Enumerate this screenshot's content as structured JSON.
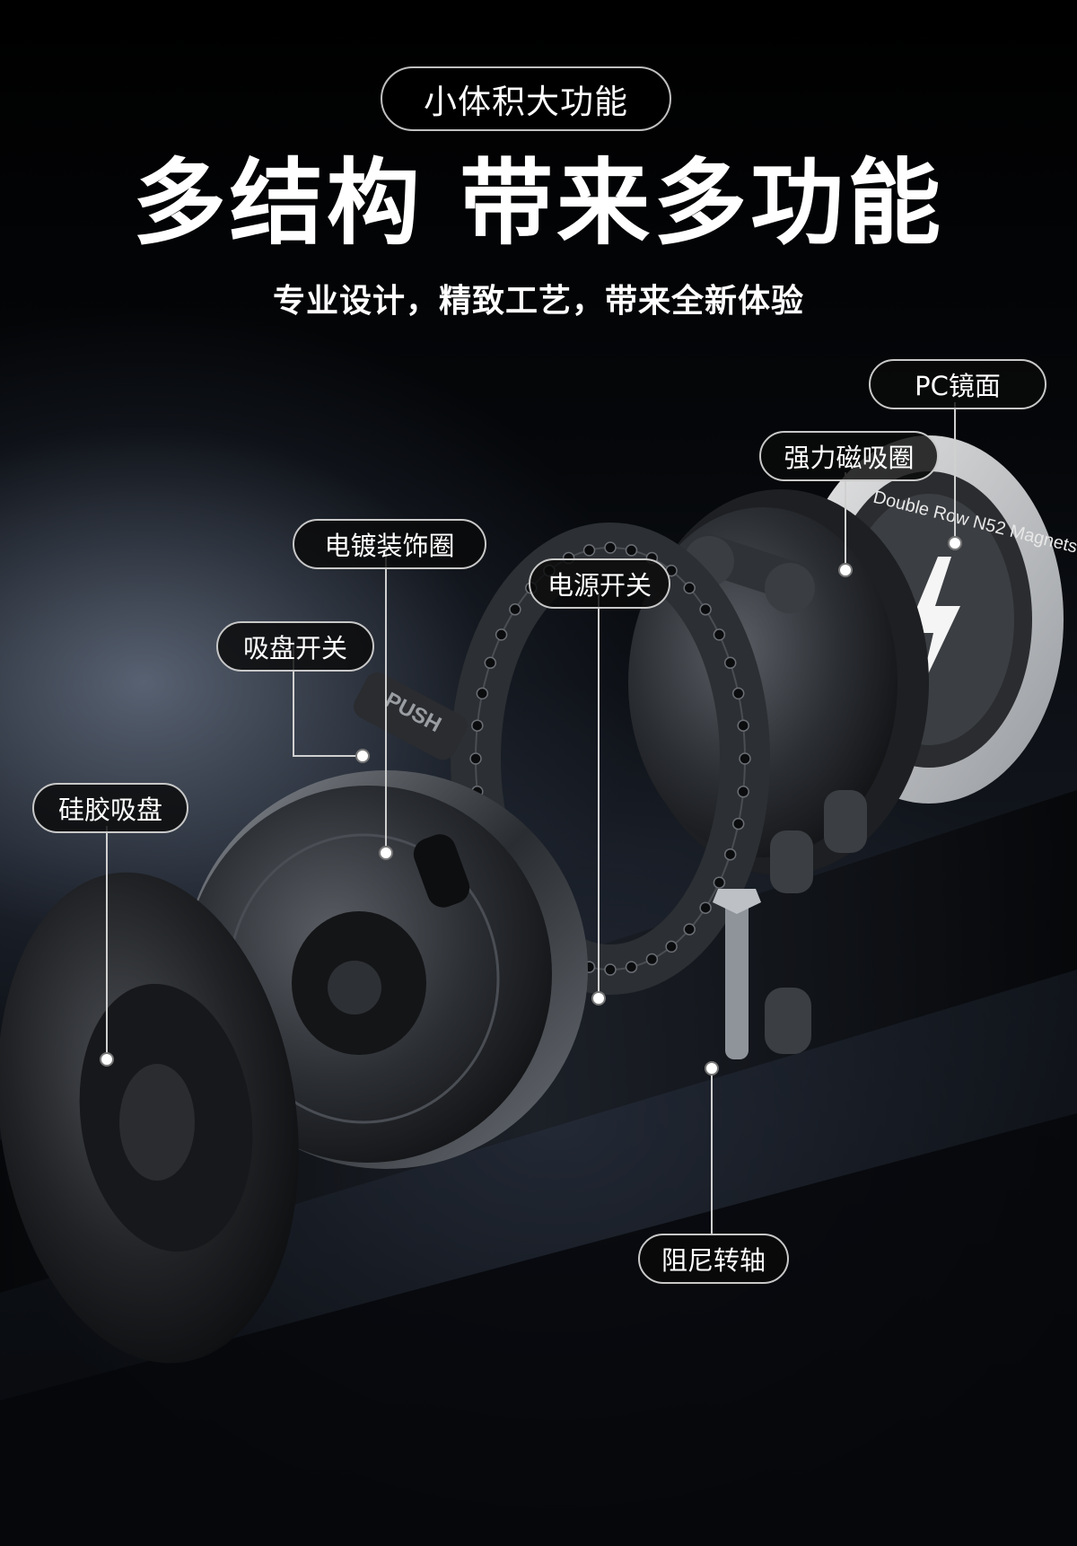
{
  "header": {
    "badge": "小体积大功能",
    "title": "多结构 带来多功能",
    "subtitle": "专业设计，精致工艺，带来全新体验"
  },
  "product_text": {
    "ring_print": "Double Row N52 Magnets",
    "button_print": "PUSH"
  },
  "callouts": {
    "pc_lens": "PC镜面",
    "magnetic_ring": "强力磁吸圈",
    "plated_trim": "电镀装饰圈",
    "power_switch": "电源开关",
    "suction_switch": "吸盘开关",
    "silicone_cup": "硅胶吸盘",
    "damping_shaft": "阻尼转轴"
  },
  "colors": {
    "text": "#ffffff",
    "callout_border": "#c8c8c8",
    "background": "#000000"
  }
}
